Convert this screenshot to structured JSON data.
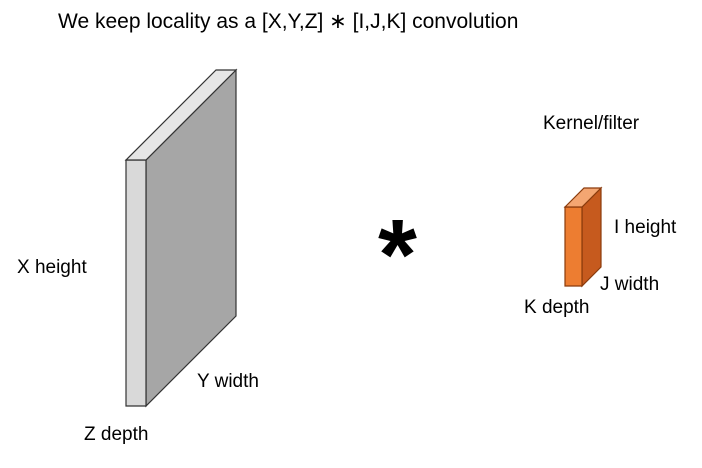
{
  "title": "We keep locality as a [X,Y,Z] ∗ [I,J,K] convolution",
  "operator_symbol": "*",
  "input_volume": {
    "height_label": "X height",
    "width_label": "Y width",
    "depth_label": "Z depth",
    "colors": {
      "front": "#a6a6a6",
      "side": "#d9d9d9",
      "top": "#e6e6e6",
      "stroke": "#333333"
    }
  },
  "kernel": {
    "caption": "Kernel/filter",
    "height_label": "I height",
    "width_label": "J width",
    "depth_label": "K depth",
    "colors": {
      "front": "#c65a1e",
      "side": "#ed7d31",
      "top": "#f4a672",
      "stroke": "#8a3b0c"
    }
  }
}
